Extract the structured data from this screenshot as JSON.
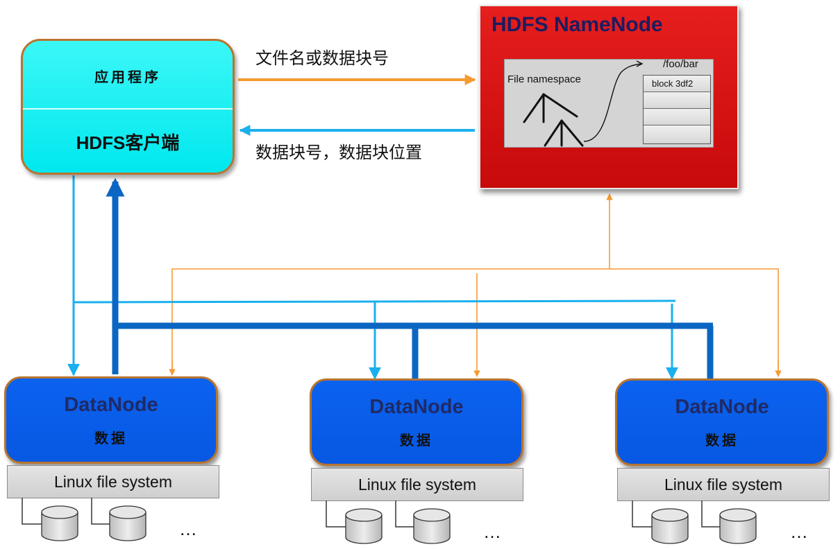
{
  "client": {
    "app_label": "应用程序",
    "client_label": "HDFS客户端"
  },
  "namenode": {
    "title": "HDFS NameNode",
    "namespace_label": "File namespace",
    "path": "/foo/bar",
    "blocks": [
      "block 3df2",
      "",
      "",
      ""
    ]
  },
  "messages": {
    "request": "文件名或数据块号",
    "response": "数据块号，数据块位置"
  },
  "datanodes": [
    {
      "title": "DataNode",
      "subtitle": "数据",
      "fs_label": "Linux file system",
      "ellipsis": "…"
    },
    {
      "title": "DataNode",
      "subtitle": "数据",
      "fs_label": "Linux file system",
      "ellipsis": "…"
    },
    {
      "title": "DataNode",
      "subtitle": "数据",
      "fs_label": "Linux file system",
      "ellipsis": "…"
    }
  ],
  "colors": {
    "client_fill": "#00eef0",
    "namenode_fill": "#d01010",
    "datanode_fill": "#0a5ff0",
    "orange_arrow": "#f59a32",
    "light_blue_arrow": "#1ab0ee",
    "dark_blue_arrow": "#0a66c2",
    "box_border": "#b8742f"
  }
}
